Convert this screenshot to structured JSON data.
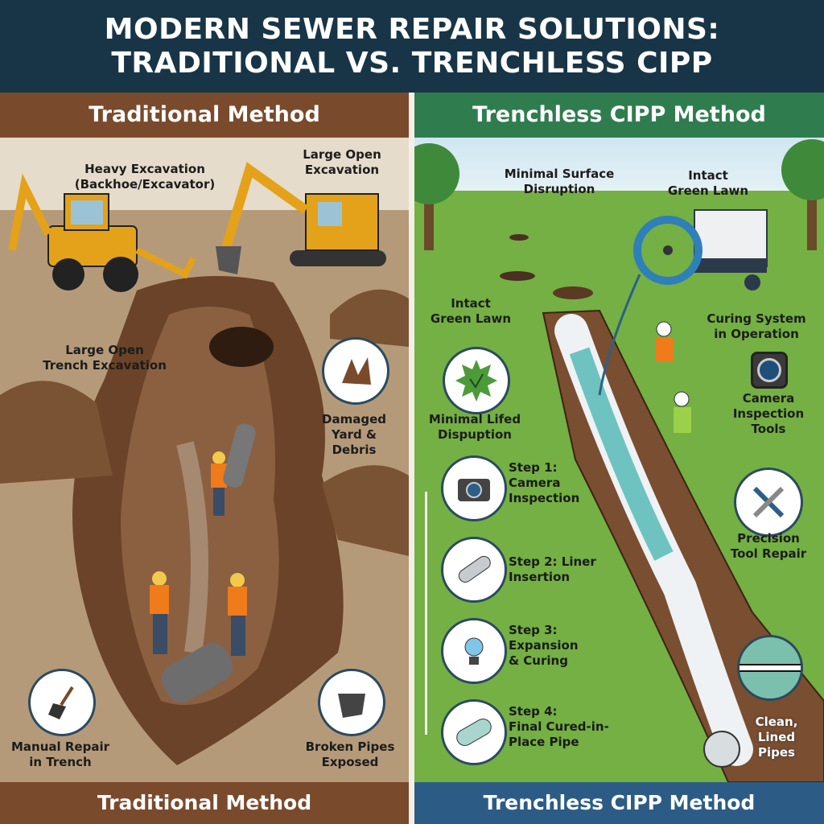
{
  "title": {
    "line1": "MODERN SEWER REPAIR SOLUTIONS:",
    "line2": "TRADITIONAL VS. TRENCHLESS CIPP"
  },
  "colors": {
    "title_bg": "#183547",
    "traditional": "#7a4a2c",
    "trenchless_head": "#2f7d4e",
    "trenchless_foot": "#2c5c86",
    "lawn": "#6fae3f",
    "soil": "#7a5236"
  },
  "traditional": {
    "header": "Traditional Method",
    "footer": "Traditional Method",
    "labels": {
      "heavy_excavation": "Heavy Excavation\n(Backhoe/Excavator)",
      "large_open_excavation": "Large Open\nExcavation",
      "large_open_trench": "Large Open\nTrench Excavation",
      "damaged_yard": "Damaged\nYard &\nDebris",
      "manual_repair": "Manual Repair\nin Trench",
      "broken_pipes": "Broken Pipes\nExposed"
    },
    "icons": [
      "debris-icon",
      "shovel-icon",
      "excavator-bucket-icon"
    ]
  },
  "trenchless": {
    "header": "Trenchless CIPP Method",
    "footer": "Trenchless CIPP Method",
    "labels": {
      "minimal_surface": "Minimal Surface\nDisruption",
      "intact_lawn_top": "Intact\nGreen Lawn",
      "intact_lawn_left": "Intact\nGreen Lawn",
      "curing_system": "Curing System\nin Operation",
      "minimal_lifed": "Minimal Lifed\nDispuption",
      "camera_tools": "Camera\nInspection\nTools",
      "precision_tool": "Precision\nTool Repair",
      "clean_pipes": "Clean,\nLined\nPipes"
    },
    "steps": [
      {
        "label": "Step 1:\nCamera\nInspection",
        "icon": "camera-icon"
      },
      {
        "label": "Step 2: Liner\nInsertion",
        "icon": "pipe-icon"
      },
      {
        "label": "Step 3:\nExpansion\n& Curing",
        "icon": "lightbulb-icon"
      },
      {
        "label": "Step 4:\nFinal Cured-in-\nPlace Pipe",
        "icon": "cured-pipe-icon"
      }
    ]
  }
}
